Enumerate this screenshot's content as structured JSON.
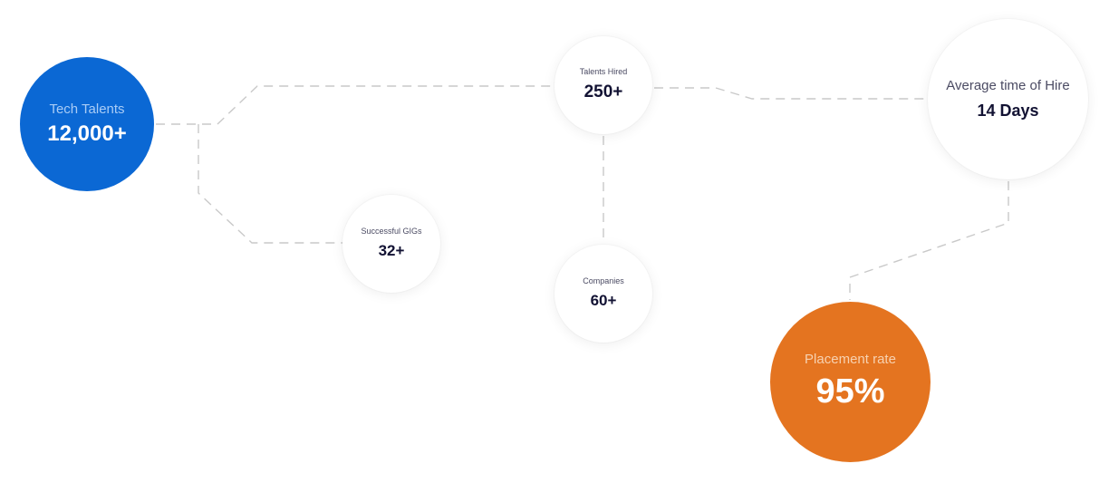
{
  "stats": {
    "tech_talents": {
      "label": "Tech Talents",
      "value": "12,000+",
      "color": "#0b68d4"
    },
    "talents_hired": {
      "label": "Talents Hired",
      "value": "250+",
      "color": "#ffffff"
    },
    "average_time_of_hire": {
      "label": "Average time of Hire",
      "value": "14 Days",
      "color": "#ffffff"
    },
    "successful_gigs": {
      "label": "Successful GIGs",
      "value": "32+",
      "color": "#ffffff"
    },
    "companies": {
      "label": "Companies",
      "value": "60+",
      "color": "#ffffff"
    },
    "placement_rate": {
      "label": "Placement rate",
      "value": "95%",
      "color": "#e47420"
    }
  },
  "colors": {
    "connector": "#c9c9c9",
    "value_text": "#121233",
    "label_text": "#4b4b63"
  }
}
